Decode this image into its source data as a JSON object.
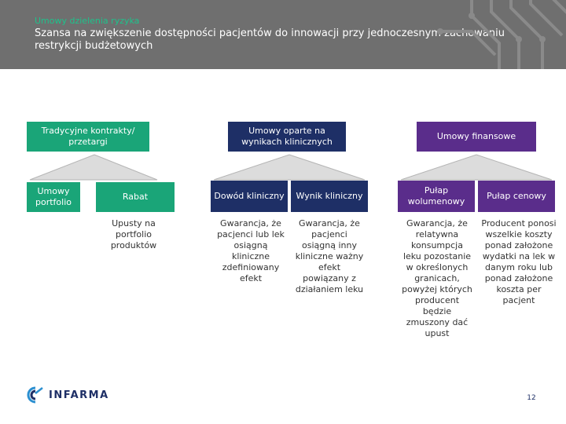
{
  "header": {
    "kicker": "Umowy dzielenia ryzyka",
    "title": "Szansa na zwiększenie dostępności pacjentów do innowacji przy jednoczesnym zachowaniu restrykcji budżetowych"
  },
  "groups": [
    {
      "label": "Tradycyjne kontrakty/ przetargi",
      "color": "#1aa578",
      "children": [
        {
          "label": "Umowy portfolio",
          "description": ""
        },
        {
          "label": "Rabat",
          "description": "Upusty na portfolio produktów"
        }
      ]
    },
    {
      "label": "Umowy oparte na wynikach klinicznych",
      "color": "#1e2f66",
      "children": [
        {
          "label": "Dowód kliniczny",
          "description": "Gwarancja, że pacjenci lub lek osiągną kliniczne zdefiniowany efekt"
        },
        {
          "label": "Wynik kliniczny",
          "description": "Gwarancja, że pacjenci osiągną inny kliniczne ważny efekt powiązany z działaniem leku"
        }
      ]
    },
    {
      "label": "Umowy finansowe",
      "color": "#5a2d8b",
      "children": [
        {
          "label": "Pułap wolumenowy",
          "description": "Gwarancja, że relatywna konsumpcja leku pozostanie w określonych granicach, powyżej których producent będzie zmuszony dać upust"
        },
        {
          "label": "Pułap cenowy",
          "description": "Producent ponosi wszelkie koszty ponad założone wydatki na lek w danym roku lub ponad założone koszta per pacjent"
        }
      ]
    }
  ],
  "footer": {
    "logo_text": "INFARMA",
    "page_number": "12"
  }
}
